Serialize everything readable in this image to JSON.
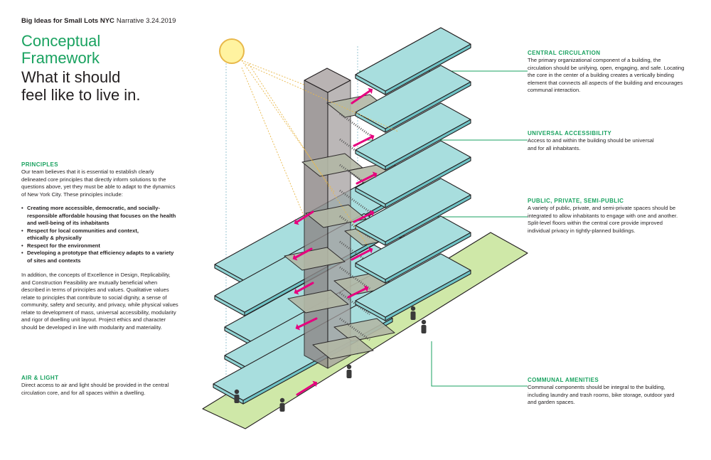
{
  "header": {
    "bold": "Big Ideas for Small Lots NYC",
    "regular": "Narrative 3.24.2019"
  },
  "title": {
    "green_lines": [
      "Conceptual",
      "Framework"
    ],
    "black_lines": [
      "What it should",
      "feel like to live in."
    ]
  },
  "principles": {
    "heading": "PRINCIPLES",
    "intro": [
      "Our team believes that it is essential to establish clearly",
      "delineated core principles that directly inform solutions to the",
      "questions above, yet they must be able to adapt to the dynamics",
      "of New York City. These principles include:"
    ],
    "bullets": [
      [
        "Creating more accessible, democratic, and socially-",
        "responsible affordable housing that focuses on the health",
        "and well-being of its inhabitants"
      ],
      [
        "Respect for local communities and context,",
        "ethically & physically"
      ],
      [
        "Respect for the environment"
      ],
      [
        "Developing a prototype that efficiency adapts to a variety",
        "of sites and contexts"
      ]
    ],
    "para2": [
      "In addition, the concepts of Excellence in Design, Replicability,",
      "and Construction Feasibility are mutually beneficial when",
      "described in terms of principles and values. Qualitative values",
      "relate to principles that contribute to social dignity, a sense of",
      "community, safety and security, and privacy, while physical values",
      "relate to development of mass, universal accessibility, modularity",
      "and rigor of dwelling unit layout. Project ethics and character",
      "should be developed in line with modularity and materiality."
    ]
  },
  "air_light": {
    "heading": "AIR & LIGHT",
    "lines": [
      "Direct access to air and light should be provided in the central",
      "circulation core, and for all spaces within a dwelling."
    ]
  },
  "central_circulation": {
    "heading": "CENTRAL CIRCULATION",
    "lines": [
      "The primary organizational component of a building, the",
      "circulation should be unifying, open, engaging, and safe. Locating",
      "the core in the center of a building creates a vertically binding",
      "element that connects all aspects of the building and encourages",
      "communal interaction."
    ]
  },
  "universal_accessibility": {
    "heading": "UNIVERSAL ACCESSIBILITY",
    "lines": [
      "Access to and within the building should be universal",
      "and for all inhabitants."
    ]
  },
  "public_private": {
    "heading": "PUBLIC, PRIVATE, SEMI-PUBLIC",
    "lines": [
      "A variety of public, private, and semi-private spaces should be",
      "integrated to allow inhabitants to engage with one and another.",
      "Split-level floors within the central core provide improved",
      "individual privacy in tightly-planned buildings."
    ]
  },
  "communal_amenities": {
    "heading": "COMMUNAL AMENITIES",
    "lines": [
      "Communal components should be integral to the building,",
      "including laundry and trash rooms, bike storage, outdoor yard",
      "and garden spaces."
    ]
  },
  "colors": {
    "accent_green": "#1aa260",
    "slab_blue": "#a8dede",
    "ground_green": "#cfe8a8",
    "core_gray": "#8e8888",
    "arrow_magenta": "#e6007e",
    "sun_yellow": "#fff3a0"
  }
}
